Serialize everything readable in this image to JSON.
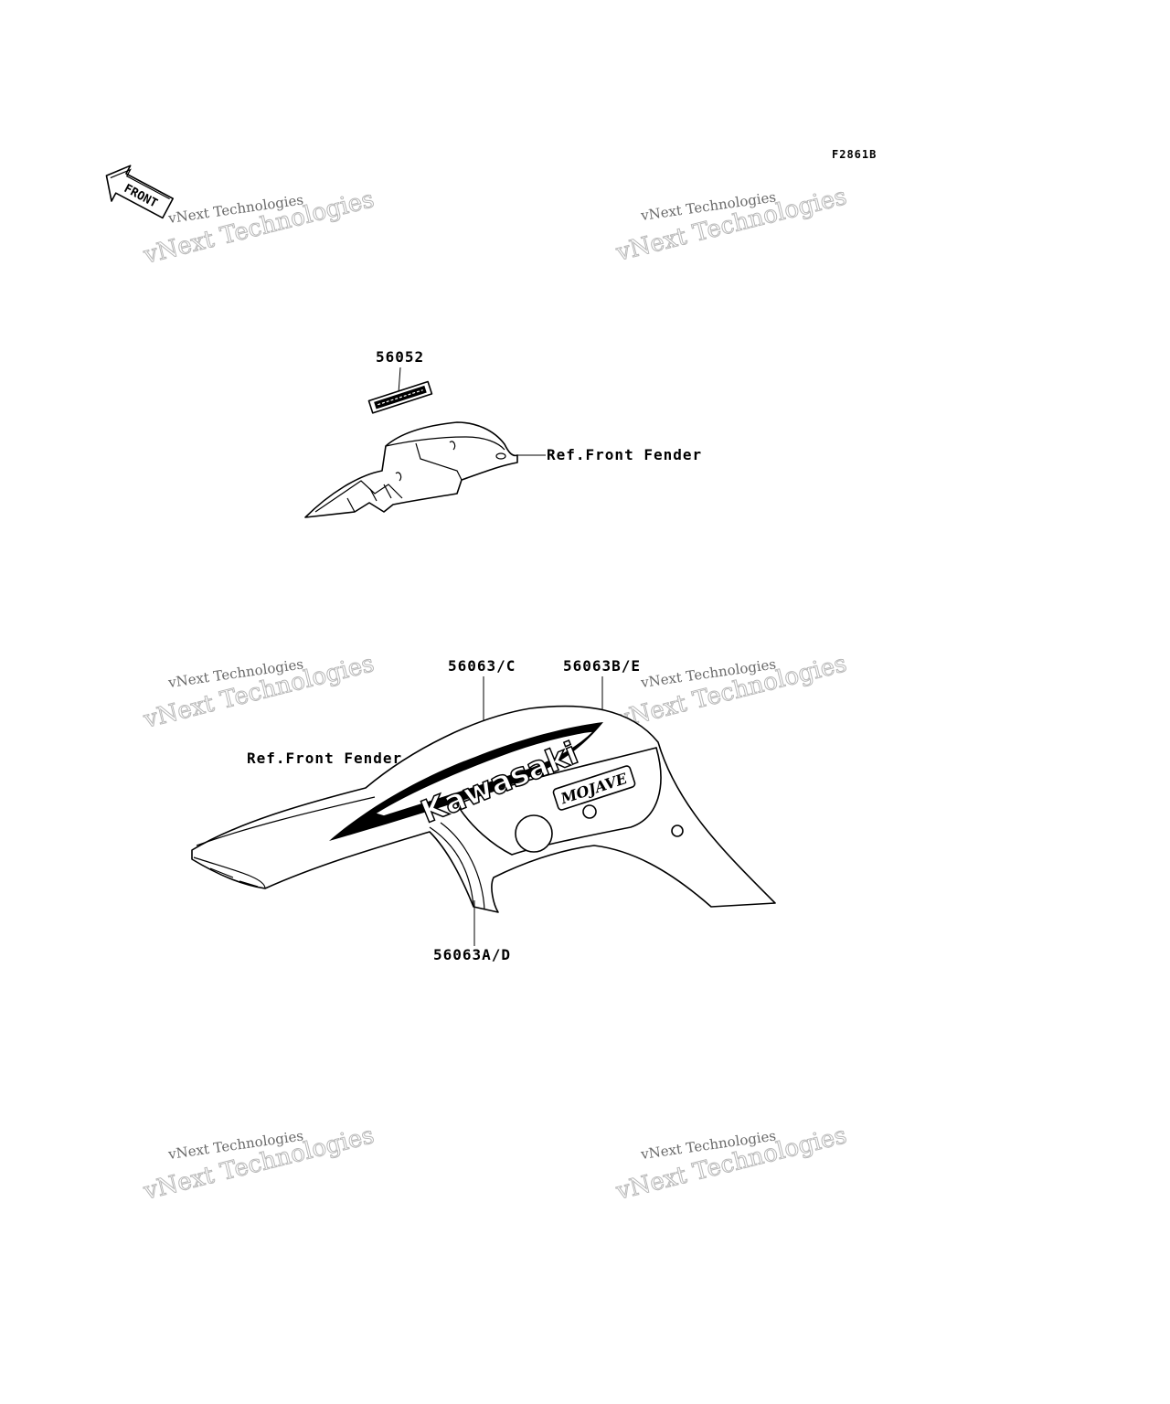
{
  "figure_code": "F2861B",
  "front_arrow": {
    "label": "FRONT",
    "icon": "front-arrow-icon"
  },
  "watermark": {
    "line1": "vNext Technologies",
    "line2": "vNext Technologies"
  },
  "callouts": {
    "top_part": "56052",
    "top_ref": "Ref.Front Fender",
    "lower_c": "56063/C",
    "lower_be": "56063B/E",
    "lower_ref": "Ref.Front Fender",
    "lower_ad": "56063A/D"
  },
  "decals": {
    "brand": "Kawasaki",
    "model": "MOJAVE"
  }
}
